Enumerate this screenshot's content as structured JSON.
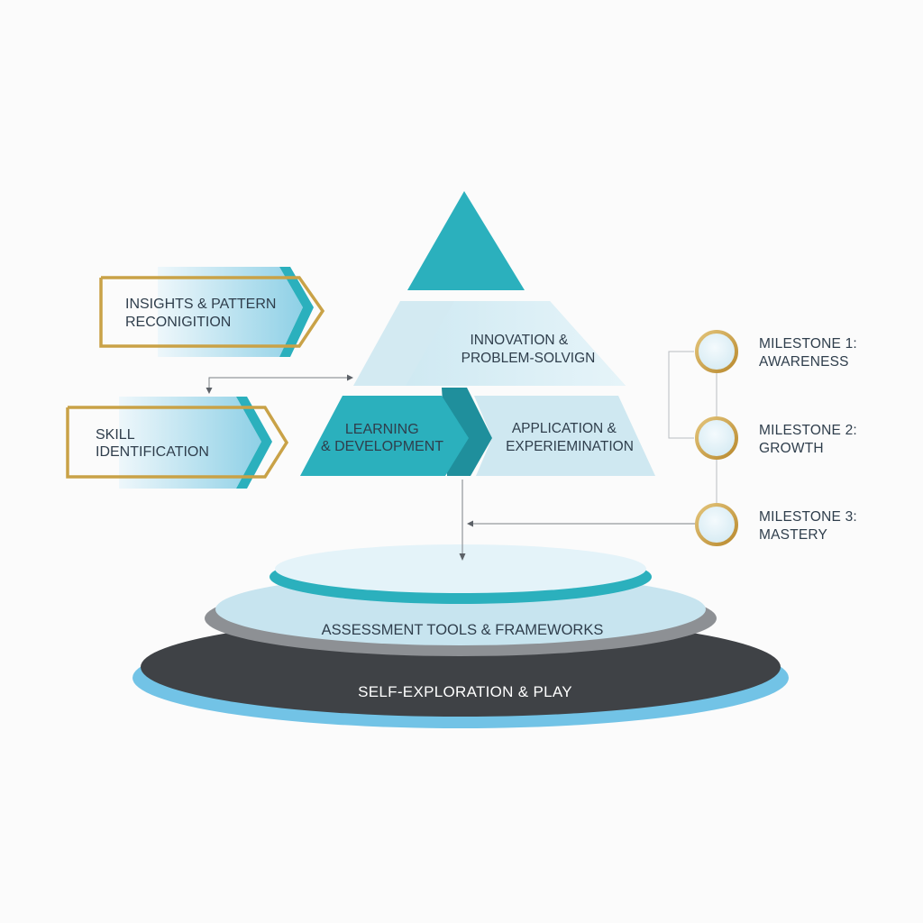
{
  "diagram": {
    "left_labels": {
      "insights": [
        "INSIGHTS & PATTERN",
        "RECONIGITION"
      ],
      "skill": [
        "SKILL",
        "IDENTIFICATION"
      ]
    },
    "pyramid": {
      "innovation": [
        "INNOVATION &",
        "PROBLEM-SOLVIGN"
      ],
      "learning": [
        "LEARNING",
        "& DEVELOPMENT"
      ],
      "application": [
        "APPLICATION &",
        "EXPERIEMINATION"
      ]
    },
    "platform": {
      "assessment": "ASSESSMENT TOOLS & FRAMEWORKS",
      "base": "SELF-EXPLORATION & PLAY"
    },
    "milestones": [
      {
        "line1": "MILESTONE 1:",
        "line2": "AWARENESS"
      },
      {
        "line1": "MILESTONE 2:",
        "line2": "GROWTH"
      },
      {
        "line1": "MILESTONE 3:",
        "line2": "MASTERY"
      }
    ]
  },
  "colors": {
    "teal": "#2bb0bd",
    "teal_dark": "#1f8f9c",
    "light_blue": "#cfe8f1",
    "pale_blue": "#e3f2f8",
    "gold": "#c9a247",
    "charcoal": "#3f4246",
    "sky_rim": "#72c3e6",
    "gray_rim": "#8d9094"
  }
}
